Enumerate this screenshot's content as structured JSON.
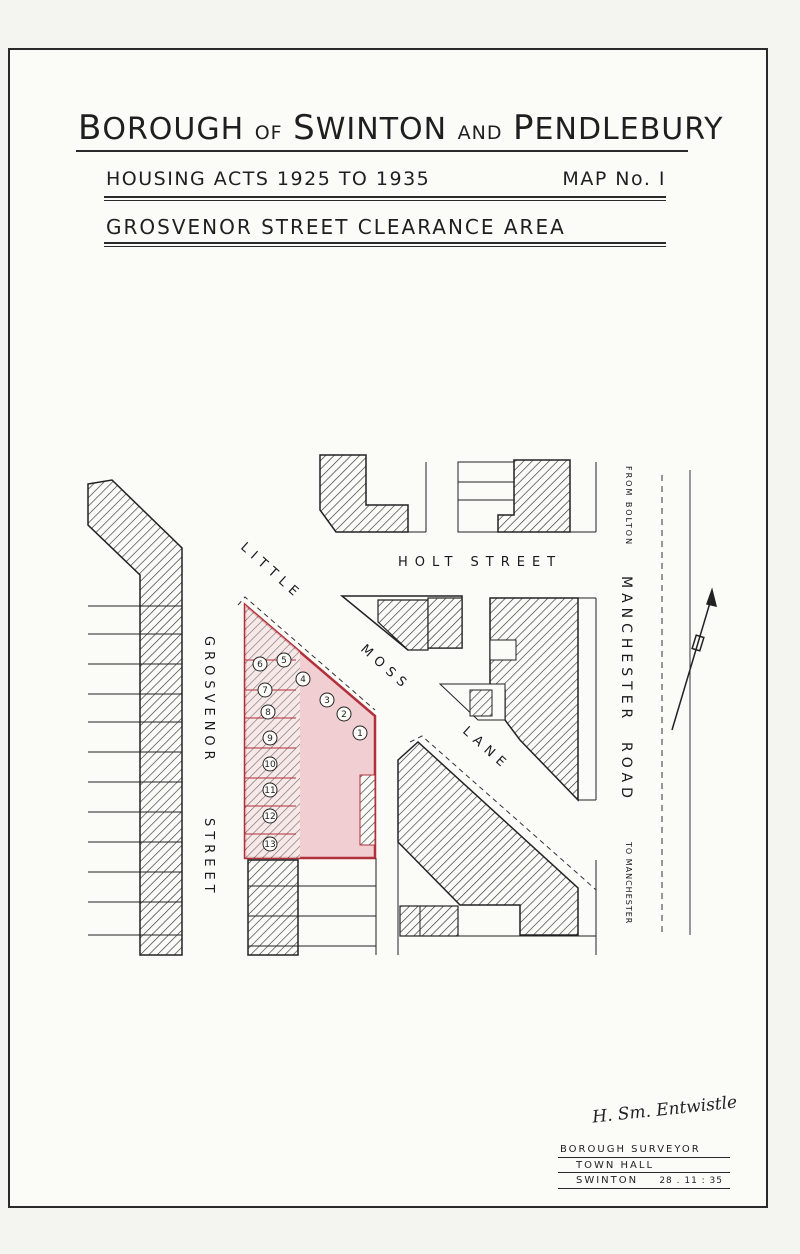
{
  "title": {
    "line1": {
      "b": "B",
      "orough": "OROUGH",
      "of": "OF",
      "s": "S",
      "winton": "WINTON",
      "and": "AND",
      "p": "P",
      "endlebury": "ENDLEBURY"
    },
    "line2_left": "HOUSING ACTS 1925 TO 1935",
    "line2_right": "MAP No. I",
    "line3": "GROSVENOR STREET CLEARANCE AREA"
  },
  "streets": {
    "holt": "HOLT STREET",
    "little": "LITTLE",
    "moss": "MOSS",
    "lane": "LANE",
    "grosvenor": "GROSVENOR",
    "street": "STREET",
    "manchester": "MANCHESTER",
    "road": "ROAD",
    "from_bolton": "FROM BOLTON",
    "to_manchester": "TO MANCHESTER"
  },
  "plots": [
    "1",
    "2",
    "3",
    "4",
    "5",
    "6",
    "7",
    "8",
    "9",
    "10",
    "11",
    "12",
    "13"
  ],
  "signature": "H. Sm. Entwistle",
  "stamp": {
    "line1": "BOROUGH SURVEYOR",
    "line2": "TOWN HALL",
    "line3": "SWINTON",
    "date": "28 . 11 : 35"
  },
  "colors": {
    "clearance_area": "#e7a9b0",
    "clearance_outline": "#b1303a",
    "ink": "#222222"
  }
}
